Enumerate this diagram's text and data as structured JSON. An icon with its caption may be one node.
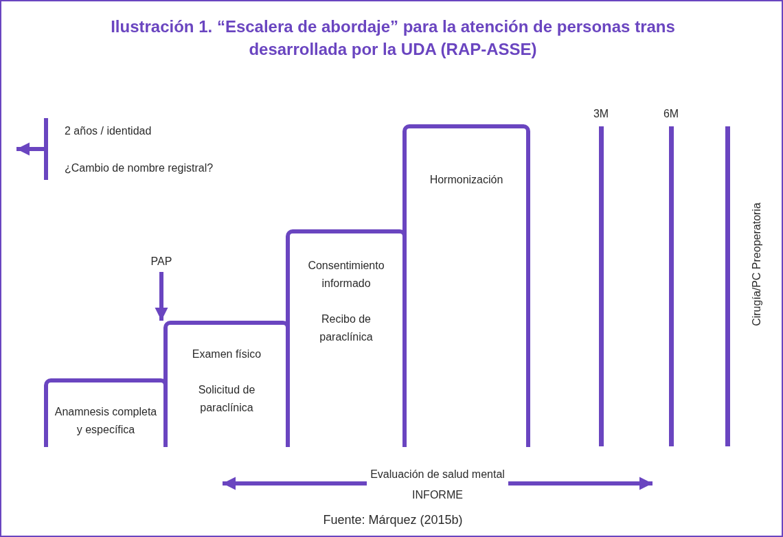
{
  "diagram": {
    "title": "Ilustración 1. “Escalera de abordaje” para la atención de personas trans desarrollada por la UDA (RAP-ASSE)",
    "caption": "Fuente: Márquez (2015b)",
    "nodes": [
      {
        "text": [
          "Anamnesis completa y específica"
        ]
      },
      {
        "text": [
          "Examen físico",
          "Solicitud de paraclínica"
        ]
      },
      {
        "text": [
          "Consentimiento informado",
          "Recibo de paraclínica"
        ]
      },
      {
        "text": [
          "Hormonización"
        ]
      },
      {
        "text": [
          "PAP"
        ]
      },
      {
        "text": [
          "2 años / identidad",
          "¿Cambio de nombre registral?"
        ]
      },
      {
        "text": [
          "Evaluación de salud mental",
          "INFORME"
        ]
      }
    ],
    "edges": [
      {
        "from": 4,
        "to": 1,
        "arrow": "to"
      },
      {
        "from": 5,
        "to": null,
        "arrow": "to"
      },
      {
        "from": 6,
        "to": null,
        "arrow": "to"
      },
      {
        "from": 6,
        "to": null,
        "arrow": "to"
      }
    ],
    "labels": [
      "3M",
      "6M",
      "Cirugía/PC Preoperatoria"
    ]
  }
}
